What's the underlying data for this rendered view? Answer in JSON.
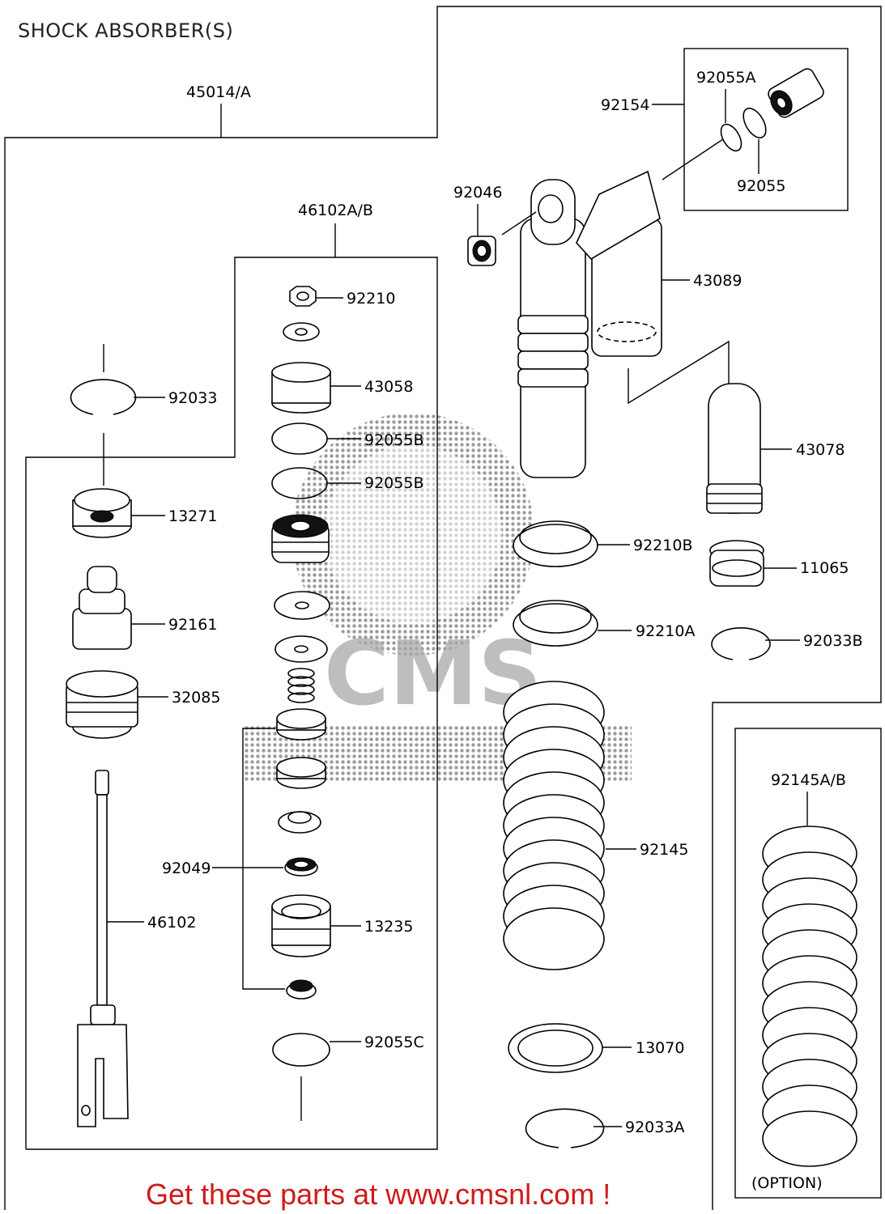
{
  "title": "SHOCK ABSORBER(S)",
  "footer": {
    "promo": "Get these parts at www.cmsnl.com !"
  },
  "watermark": {
    "text": "CMS"
  },
  "group_labels": {
    "assembly": "45014/A",
    "damper_set": "46102A/B",
    "option_spring": "92145A/B",
    "option_note": "(OPTION)"
  },
  "parts": {
    "p92154": "92154",
    "p92055A": "92055A",
    "p92055": "92055",
    "p92046": "92046",
    "p43089": "43089",
    "p43078": "43078",
    "p92210": "92210",
    "p43058": "43058",
    "p92055B_1": "92055B",
    "p92055B_2": "92055B",
    "p92033": "92033",
    "p13271": "13271",
    "p92161": "92161",
    "p32085": "32085",
    "p46102": "46102",
    "p92049": "92049",
    "p13235": "13235",
    "p92055C": "92055C",
    "p92210B": "92210B",
    "p92210A": "92210A",
    "p11065": "11065",
    "p92033B": "92033B",
    "p92145": "92145",
    "p13070": "13070",
    "p92033A": "92033A"
  },
  "colors": {
    "promo_text": "#d11a1a",
    "line": "#000000",
    "watermark": "#9a9a9a"
  }
}
